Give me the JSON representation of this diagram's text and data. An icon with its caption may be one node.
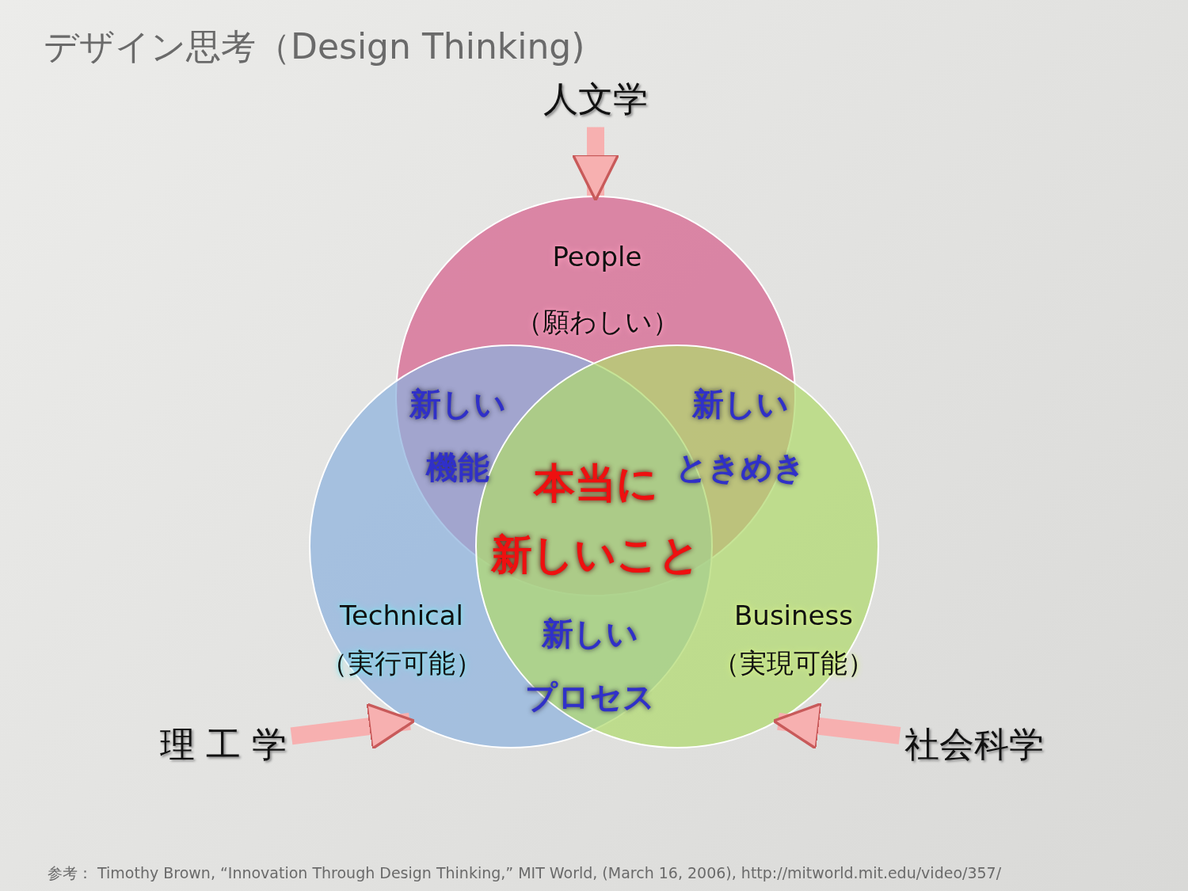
{
  "diagram": {
    "title": "デザイン思考（Design Thinking)",
    "nodes": [
      {
        "text": [
          "人文学"
        ]
      },
      {
        "text": [
          "People",
          "（願わしい）"
        ]
      },
      {
        "text": [
          "Technical",
          "（実行可能）"
        ]
      },
      {
        "text": [
          "Business",
          "（実現可能）"
        ]
      },
      {
        "text": [
          "理 工 学"
        ]
      },
      {
        "text": [
          "社会科学"
        ]
      }
    ],
    "edges": [
      {
        "from": 0,
        "to": 1,
        "arrow": "to"
      },
      {
        "from": 4,
        "to": 2,
        "arrow": "to"
      },
      {
        "from": 5,
        "to": 3,
        "arrow": "to"
      }
    ],
    "labels": [
      "新しい機能",
      "新しいときめき",
      "本当に新しいこと",
      "新しいプロセス"
    ],
    "caption": "参考： Timothy Brown, “Innovation Through Design Thinking,” MIT World, (March 16, 2006), http://mitworld.mit.edu/video/357/"
  }
}
